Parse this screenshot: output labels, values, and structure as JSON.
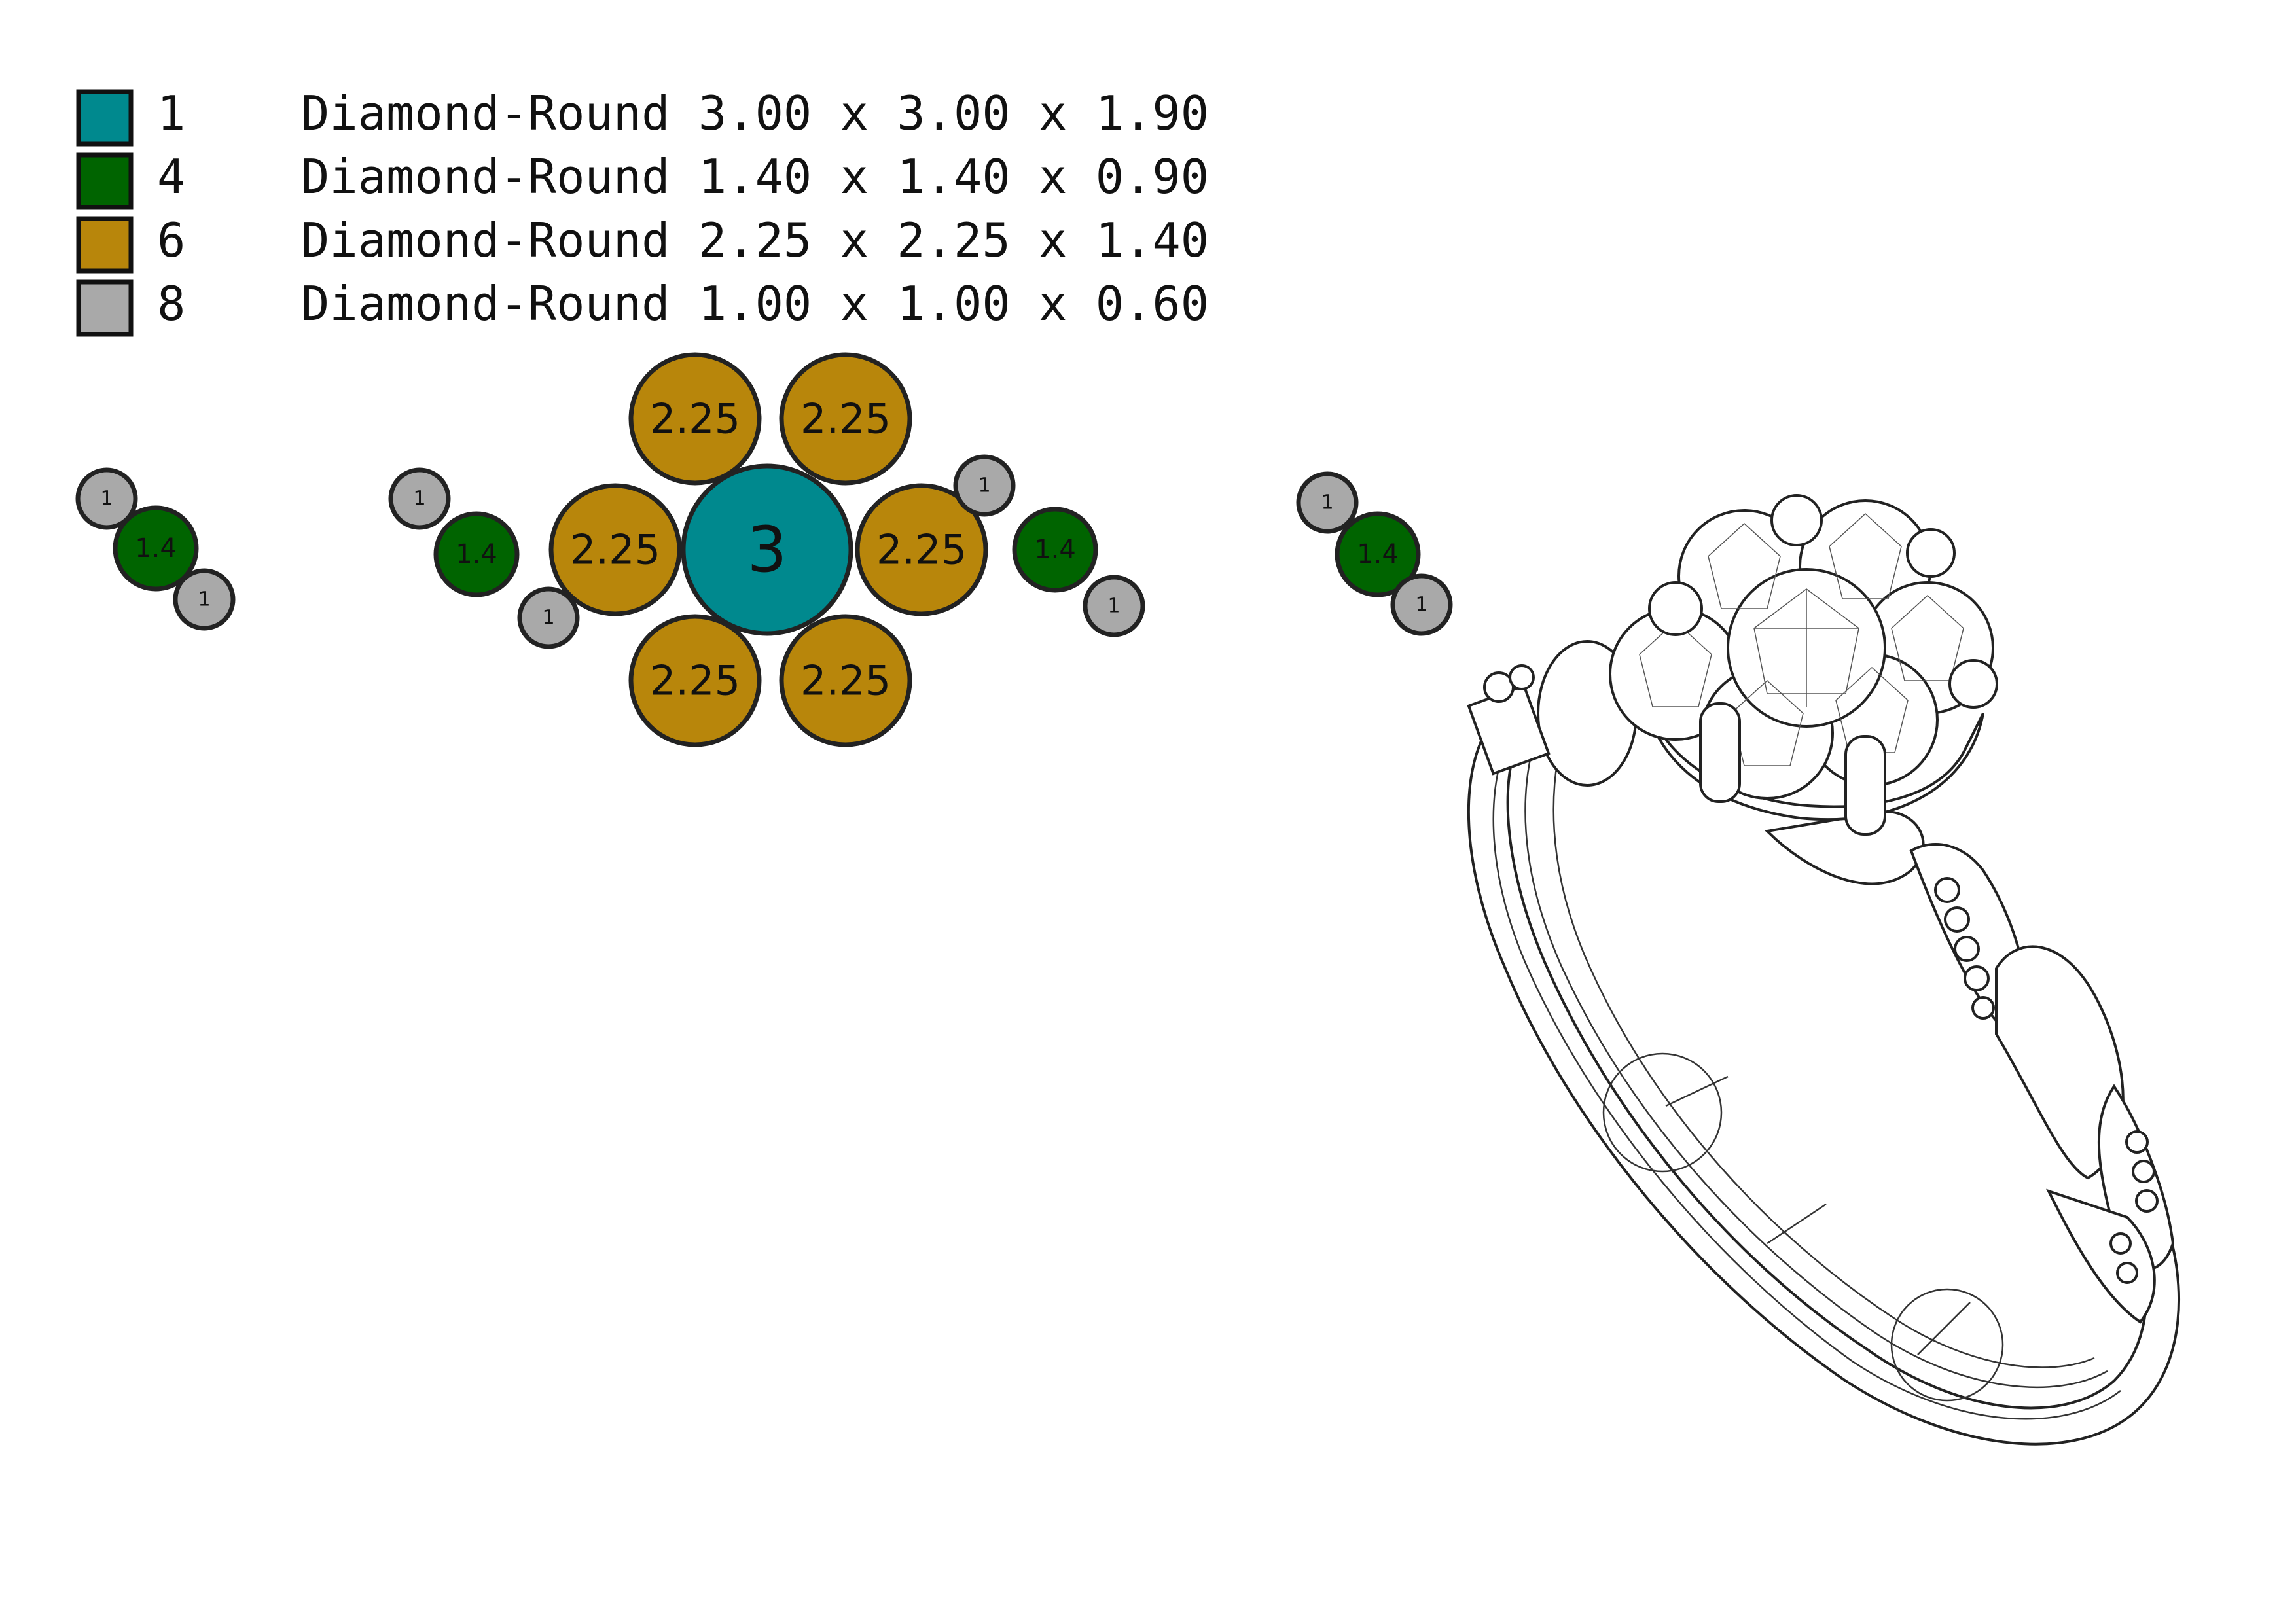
{
  "legend": [
    {
      "count": "1",
      "description": "Diamond-Round 3.00 x 3.00 x 1.90",
      "color": "#00898e"
    },
    {
      "count": "4",
      "description": "Diamond-Round 1.40 x 1.40 x 0.90",
      "color": "#006400"
    },
    {
      "count": "6",
      "description": "Diamond-Round 2.25 x 2.25 x 1.40",
      "color": "#b8860b"
    },
    {
      "count": "8",
      "description": "Diamond-Round 1.00 x 1.00 x 0.60",
      "color": "#a9a9a9"
    }
  ],
  "stones": {
    "center": {
      "label": "3",
      "color": "#00898e"
    },
    "halo": {
      "label": "2.25",
      "color": "#b8860b"
    },
    "side": {
      "label": "1.4",
      "color": "#006400"
    },
    "accent": {
      "label": "1",
      "color": "#a9a9a9"
    }
  }
}
